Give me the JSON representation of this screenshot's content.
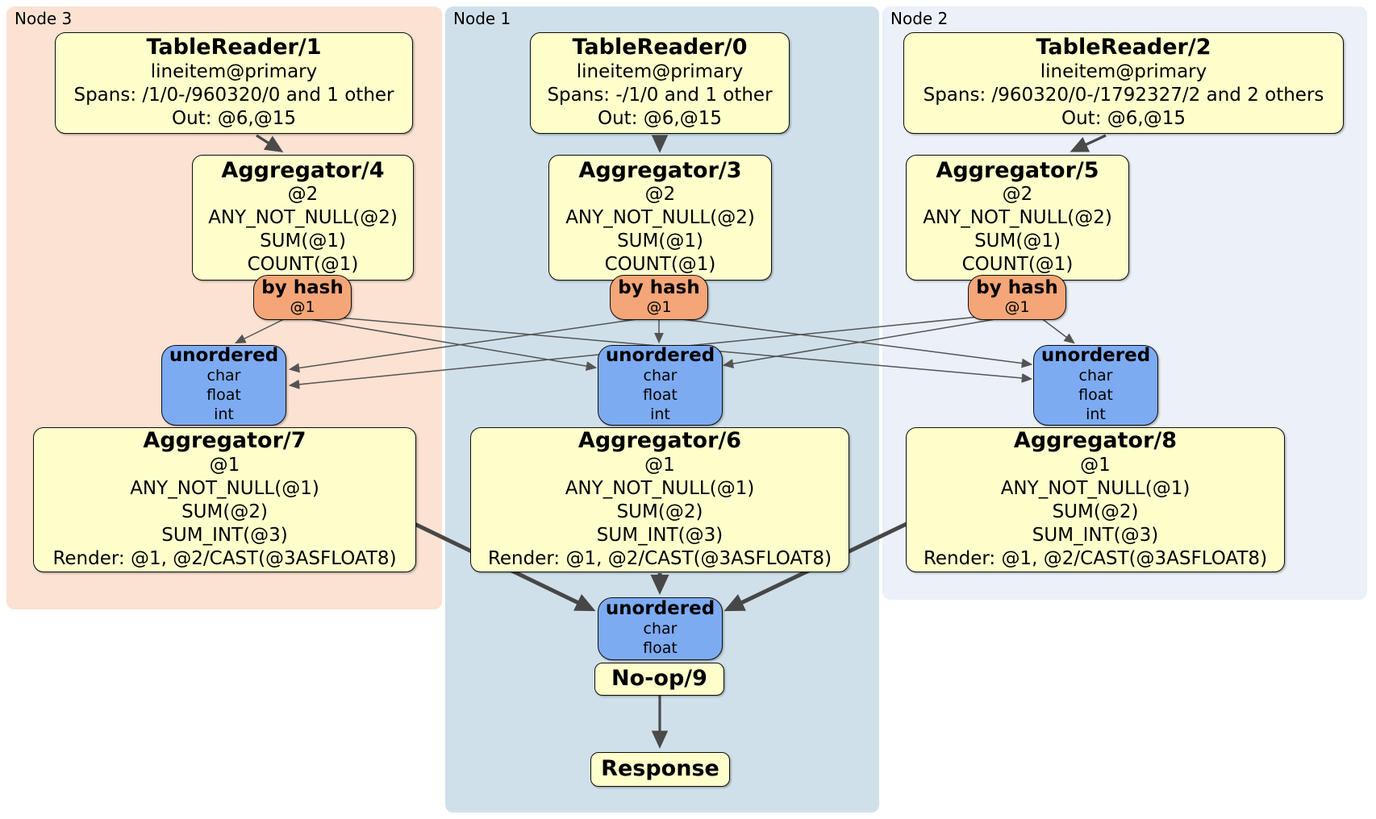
{
  "diagram": {
    "groups": [
      {
        "label": "Node 3",
        "color": "#fbe2d2"
      },
      {
        "label": "Node 1",
        "color": "#d0e0ea"
      },
      {
        "label": "Node 2",
        "color": "#ebf0f9"
      }
    ],
    "colors": {
      "processor_fill": "#ffffcc",
      "router_fill": "#f4a678",
      "synchronizer_fill": "#7dabf2",
      "edge_thin": "#545454",
      "edge_thick": "#474747",
      "border": "#0d0d0d"
    },
    "readers": [
      {
        "title": "TableReader/1",
        "lines": [
          "lineitem@primary",
          "Spans: /1/0-/960320/0 and 1 other",
          "Out: @6,@15"
        ]
      },
      {
        "title": "TableReader/0",
        "lines": [
          "lineitem@primary",
          "Spans: -/1/0 and 1 other",
          "Out: @6,@15"
        ]
      },
      {
        "title": "TableReader/2",
        "lines": [
          "lineitem@primary",
          "Spans: /960320/0-/1792327/2 and 2 others",
          "Out: @6,@15"
        ]
      }
    ],
    "stage1": [
      {
        "title": "Aggregator/4",
        "lines": [
          "@2",
          "ANY_NOT_NULL(@2)",
          "SUM(@1)",
          "COUNT(@1)"
        ]
      },
      {
        "title": "Aggregator/3",
        "lines": [
          "@2",
          "ANY_NOT_NULL(@2)",
          "SUM(@1)",
          "COUNT(@1)"
        ]
      },
      {
        "title": "Aggregator/5",
        "lines": [
          "@2",
          "ANY_NOT_NULL(@2)",
          "SUM(@1)",
          "COUNT(@1)"
        ]
      }
    ],
    "routers": [
      {
        "title": "by hash",
        "detail": "@1"
      },
      {
        "title": "by hash",
        "detail": "@1"
      },
      {
        "title": "by hash",
        "detail": "@1"
      }
    ],
    "sync_mid": [
      {
        "title": "unordered",
        "items": [
          "char",
          "float",
          "int"
        ]
      },
      {
        "title": "unordered",
        "items": [
          "char",
          "float",
          "int"
        ]
      },
      {
        "title": "unordered",
        "items": [
          "char",
          "float",
          "int"
        ]
      }
    ],
    "stage2": [
      {
        "title": "Aggregator/7",
        "lines": [
          "@1",
          "ANY_NOT_NULL(@1)",
          "SUM(@2)",
          "SUM_INT(@3)",
          "Render: @1, @2/CAST(@3ASFLOAT8)"
        ]
      },
      {
        "title": "Aggregator/6",
        "lines": [
          "@1",
          "ANY_NOT_NULL(@1)",
          "SUM(@2)",
          "SUM_INT(@3)",
          "Render: @1, @2/CAST(@3ASFLOAT8)"
        ]
      },
      {
        "title": "Aggregator/8",
        "lines": [
          "@1",
          "ANY_NOT_NULL(@1)",
          "SUM(@2)",
          "SUM_INT(@3)",
          "Render: @1, @2/CAST(@3ASFLOAT8)"
        ]
      }
    ],
    "sync_final": {
      "title": "unordered",
      "items": [
        "char",
        "float"
      ]
    },
    "noop": {
      "title": "No-op/9"
    },
    "response": {
      "title": "Response"
    }
  }
}
